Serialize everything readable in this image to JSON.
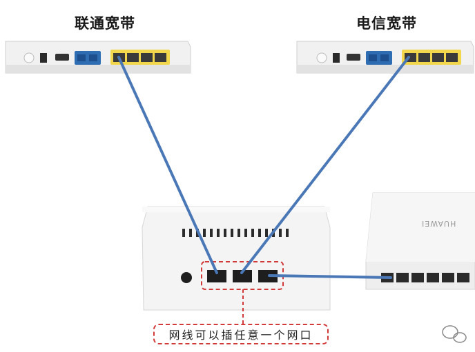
{
  "labels": {
    "left_modem": "联通宽带",
    "right_modem": "电信宽带",
    "note": "网线可以插任意一个网口",
    "switch_brand": "HUAWEI"
  },
  "colors": {
    "cable": "#4a77b5",
    "port_highlight": "#f2d64b",
    "blue_port": "#2f6db3",
    "dashed_box": "#d23a3a",
    "device_body": "#efefef"
  },
  "icons": {
    "watermark": "wechat-logo-icon"
  }
}
